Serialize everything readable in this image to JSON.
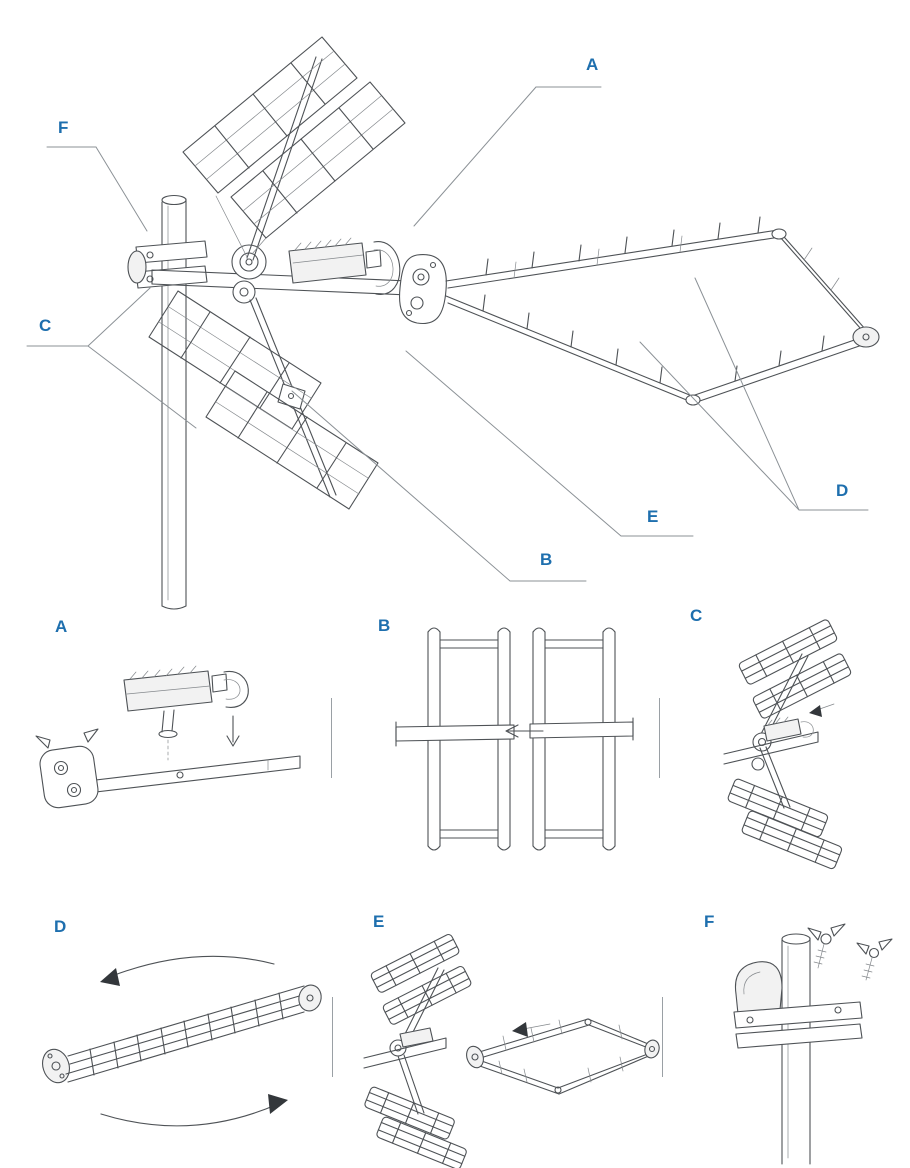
{
  "accent_color": "#1e6fae",
  "line_color": "#4e5256",
  "leader_line_color": "#8b9196",
  "main_figure": {
    "name": "assembled-uhf-antenna-on-mast",
    "callouts": {
      "A": {
        "label": "A",
        "target": "dipole-amplifier-unit"
      },
      "B": {
        "label": "B",
        "target": "lower-reflector-assembly"
      },
      "C": {
        "label": "C",
        "target": "reflector-panels"
      },
      "D": {
        "label": "D",
        "target": "director-boom"
      },
      "E": {
        "label": "E",
        "target": "boom-hub-joint"
      },
      "F": {
        "label": "F",
        "target": "mast-clamp"
      }
    }
  },
  "detail_panels": [
    {
      "label": "A",
      "illustration": "dipole-unit-insertion-step"
    },
    {
      "label": "B",
      "illustration": "reflector-frames-slide-step"
    },
    {
      "label": "C",
      "illustration": "reflector-panels-attached-view"
    },
    {
      "label": "D",
      "illustration": "director-boom-rotation-step"
    },
    {
      "label": "E",
      "illustration": "director-boom-attachment-step"
    },
    {
      "label": "F",
      "illustration": "mast-clamp-wing-bolts-step"
    }
  ]
}
